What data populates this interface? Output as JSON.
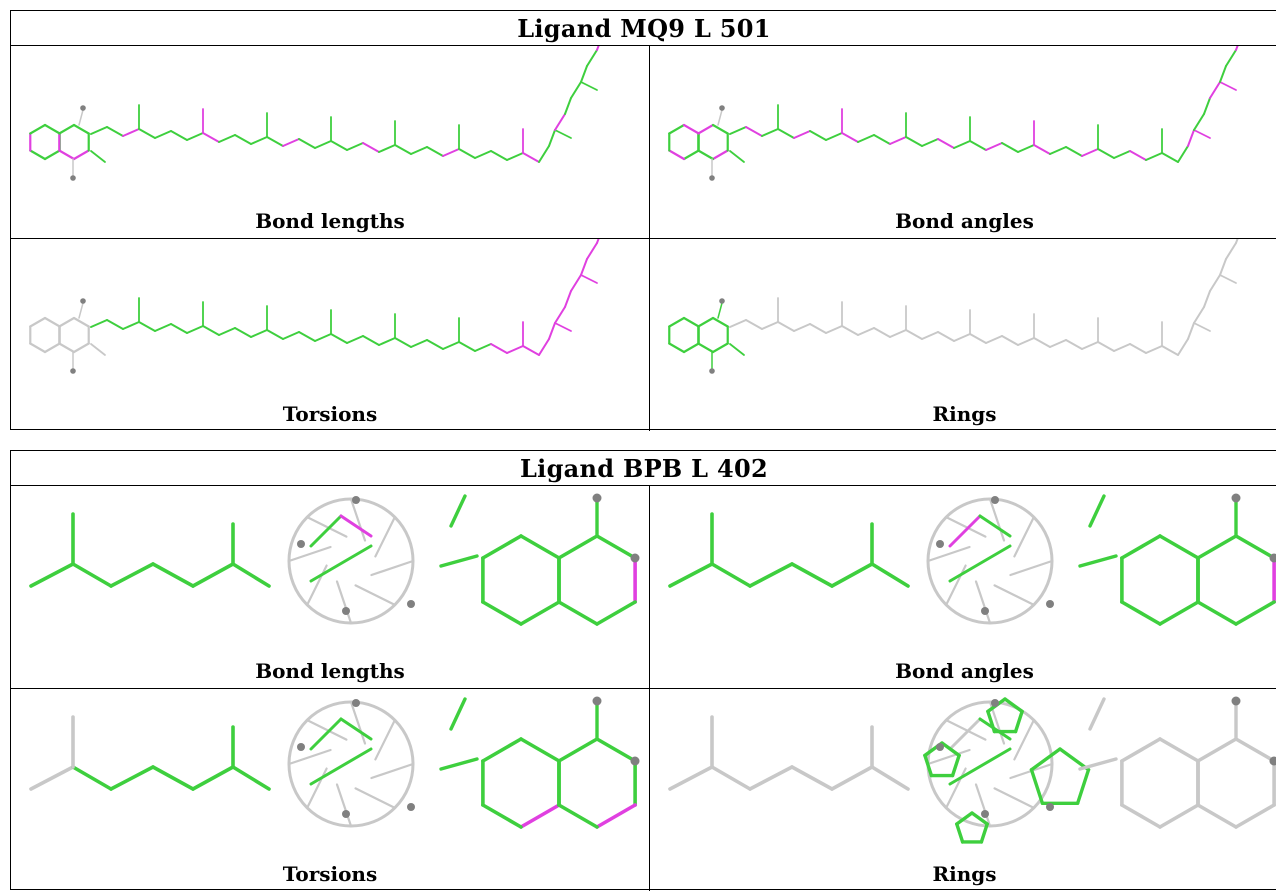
{
  "tables": [
    {
      "title": "Ligand MQ9 L 501",
      "panels": [
        "Bond lengths",
        "Bond angles",
        "Torsions",
        "Rings"
      ]
    },
    {
      "title": "Ligand BPB L 402",
      "panels": [
        "Bond lengths",
        "Bond angles",
        "Torsions",
        "Rings"
      ]
    }
  ],
  "colors": {
    "ok": "#3ecf3e",
    "outlier": "#e040e0",
    "neutral": "#c8c8c8",
    "atom": "#808080"
  }
}
